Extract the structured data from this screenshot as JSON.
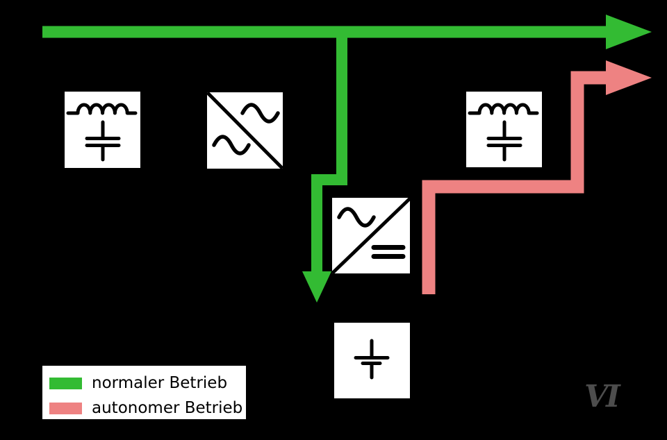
{
  "colors": {
    "background": "#000000",
    "normal": "#33bb33",
    "autonomous": "#ee8282",
    "box_fill": "#ffffff",
    "symbol": "#000000",
    "legend_background": "#ffffff",
    "legend_border": "#000000",
    "legend_text": "#000000",
    "watermark": "#4d4d4d"
  },
  "legend": {
    "items": [
      {
        "label": "normaler Betrieb",
        "color": "#33bb33"
      },
      {
        "label": "autonomer Betrieb",
        "color": "#ee8282"
      }
    ]
  },
  "watermark": {
    "text": "VI"
  },
  "components": {
    "grid_filter": "lc-filter",
    "ac_ac_converter": "ac-ac-converter",
    "load_filter": "lc-filter",
    "ac_dc_converter": "ac-dc-converter",
    "battery": "battery"
  }
}
